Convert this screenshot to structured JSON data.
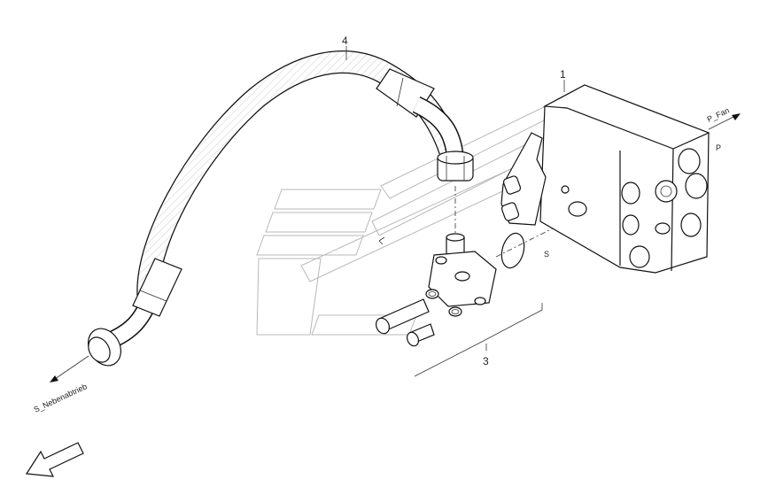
{
  "callouts": {
    "pump": "1",
    "fitting": "3",
    "hose": "4"
  },
  "ports": {
    "p_fan": "P_Fan",
    "p": "P",
    "s": "S",
    "s_nebenabtrieb": "S_Nebenabtrieb"
  }
}
